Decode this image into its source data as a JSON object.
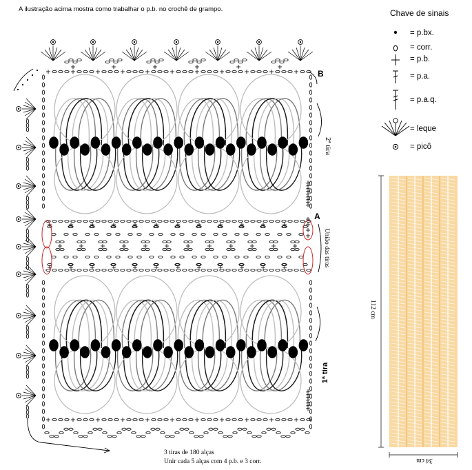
{
  "caption": "A ilustração acima mostra como trabalhar o p.b. no crochê de grampo.",
  "legend": {
    "title": "Chave de sinais",
    "items": [
      {
        "symbol": "dot-icon",
        "label": "= p.bx."
      },
      {
        "symbol": "oval-icon",
        "label": "= corr."
      },
      {
        "symbol": "plus-icon",
        "label": "= p.b."
      },
      {
        "symbol": "tall-stitch-icon",
        "label": "= p.a."
      },
      {
        "symbol": "treble-stitch-icon",
        "label": "= p.a.q."
      },
      {
        "symbol": "fan-icon",
        "label": "= leque"
      },
      {
        "symbol": "picot-icon",
        "label": "= picô"
      }
    ]
  },
  "diagram": {
    "label_b": "B",
    "label_a": "A",
    "strip_2": "2ª tira",
    "strip_1": "1ª tira",
    "join_label": "União das tiras",
    "note_line1": "3 tiras de 180 alças",
    "note_line2": "Unir cada 5 alças com 4 p.b. e 3 corr."
  },
  "scarf": {
    "length": "112 cm",
    "width": "34 cm",
    "color": "#f9d9a2"
  },
  "colors": {
    "ink": "#000000",
    "loop_dark": "#1a1a1a",
    "loop_mid": "#7a7a7a",
    "loop_light": "#bdbdbd",
    "join_mark": "#c62828"
  }
}
